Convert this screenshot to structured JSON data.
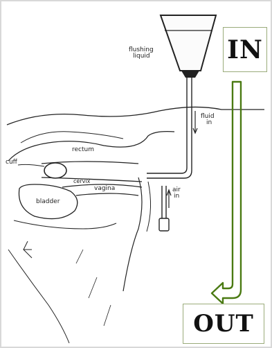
{
  "labels": {
    "flushing_liquid": [
      "flushing",
      "liquid"
    ],
    "fluid_in": [
      "fluid",
      "in"
    ],
    "air_in": [
      "air",
      "in"
    ],
    "rectum": "rectum",
    "cuff": "cuff",
    "cervix": "cervix",
    "vagina": "vagina",
    "bladder": "bladder"
  },
  "flow": {
    "in_label": "IN",
    "out_label": "OUT",
    "arrow_color": "#4a7a12",
    "box_border_color": "#9aab7a"
  }
}
